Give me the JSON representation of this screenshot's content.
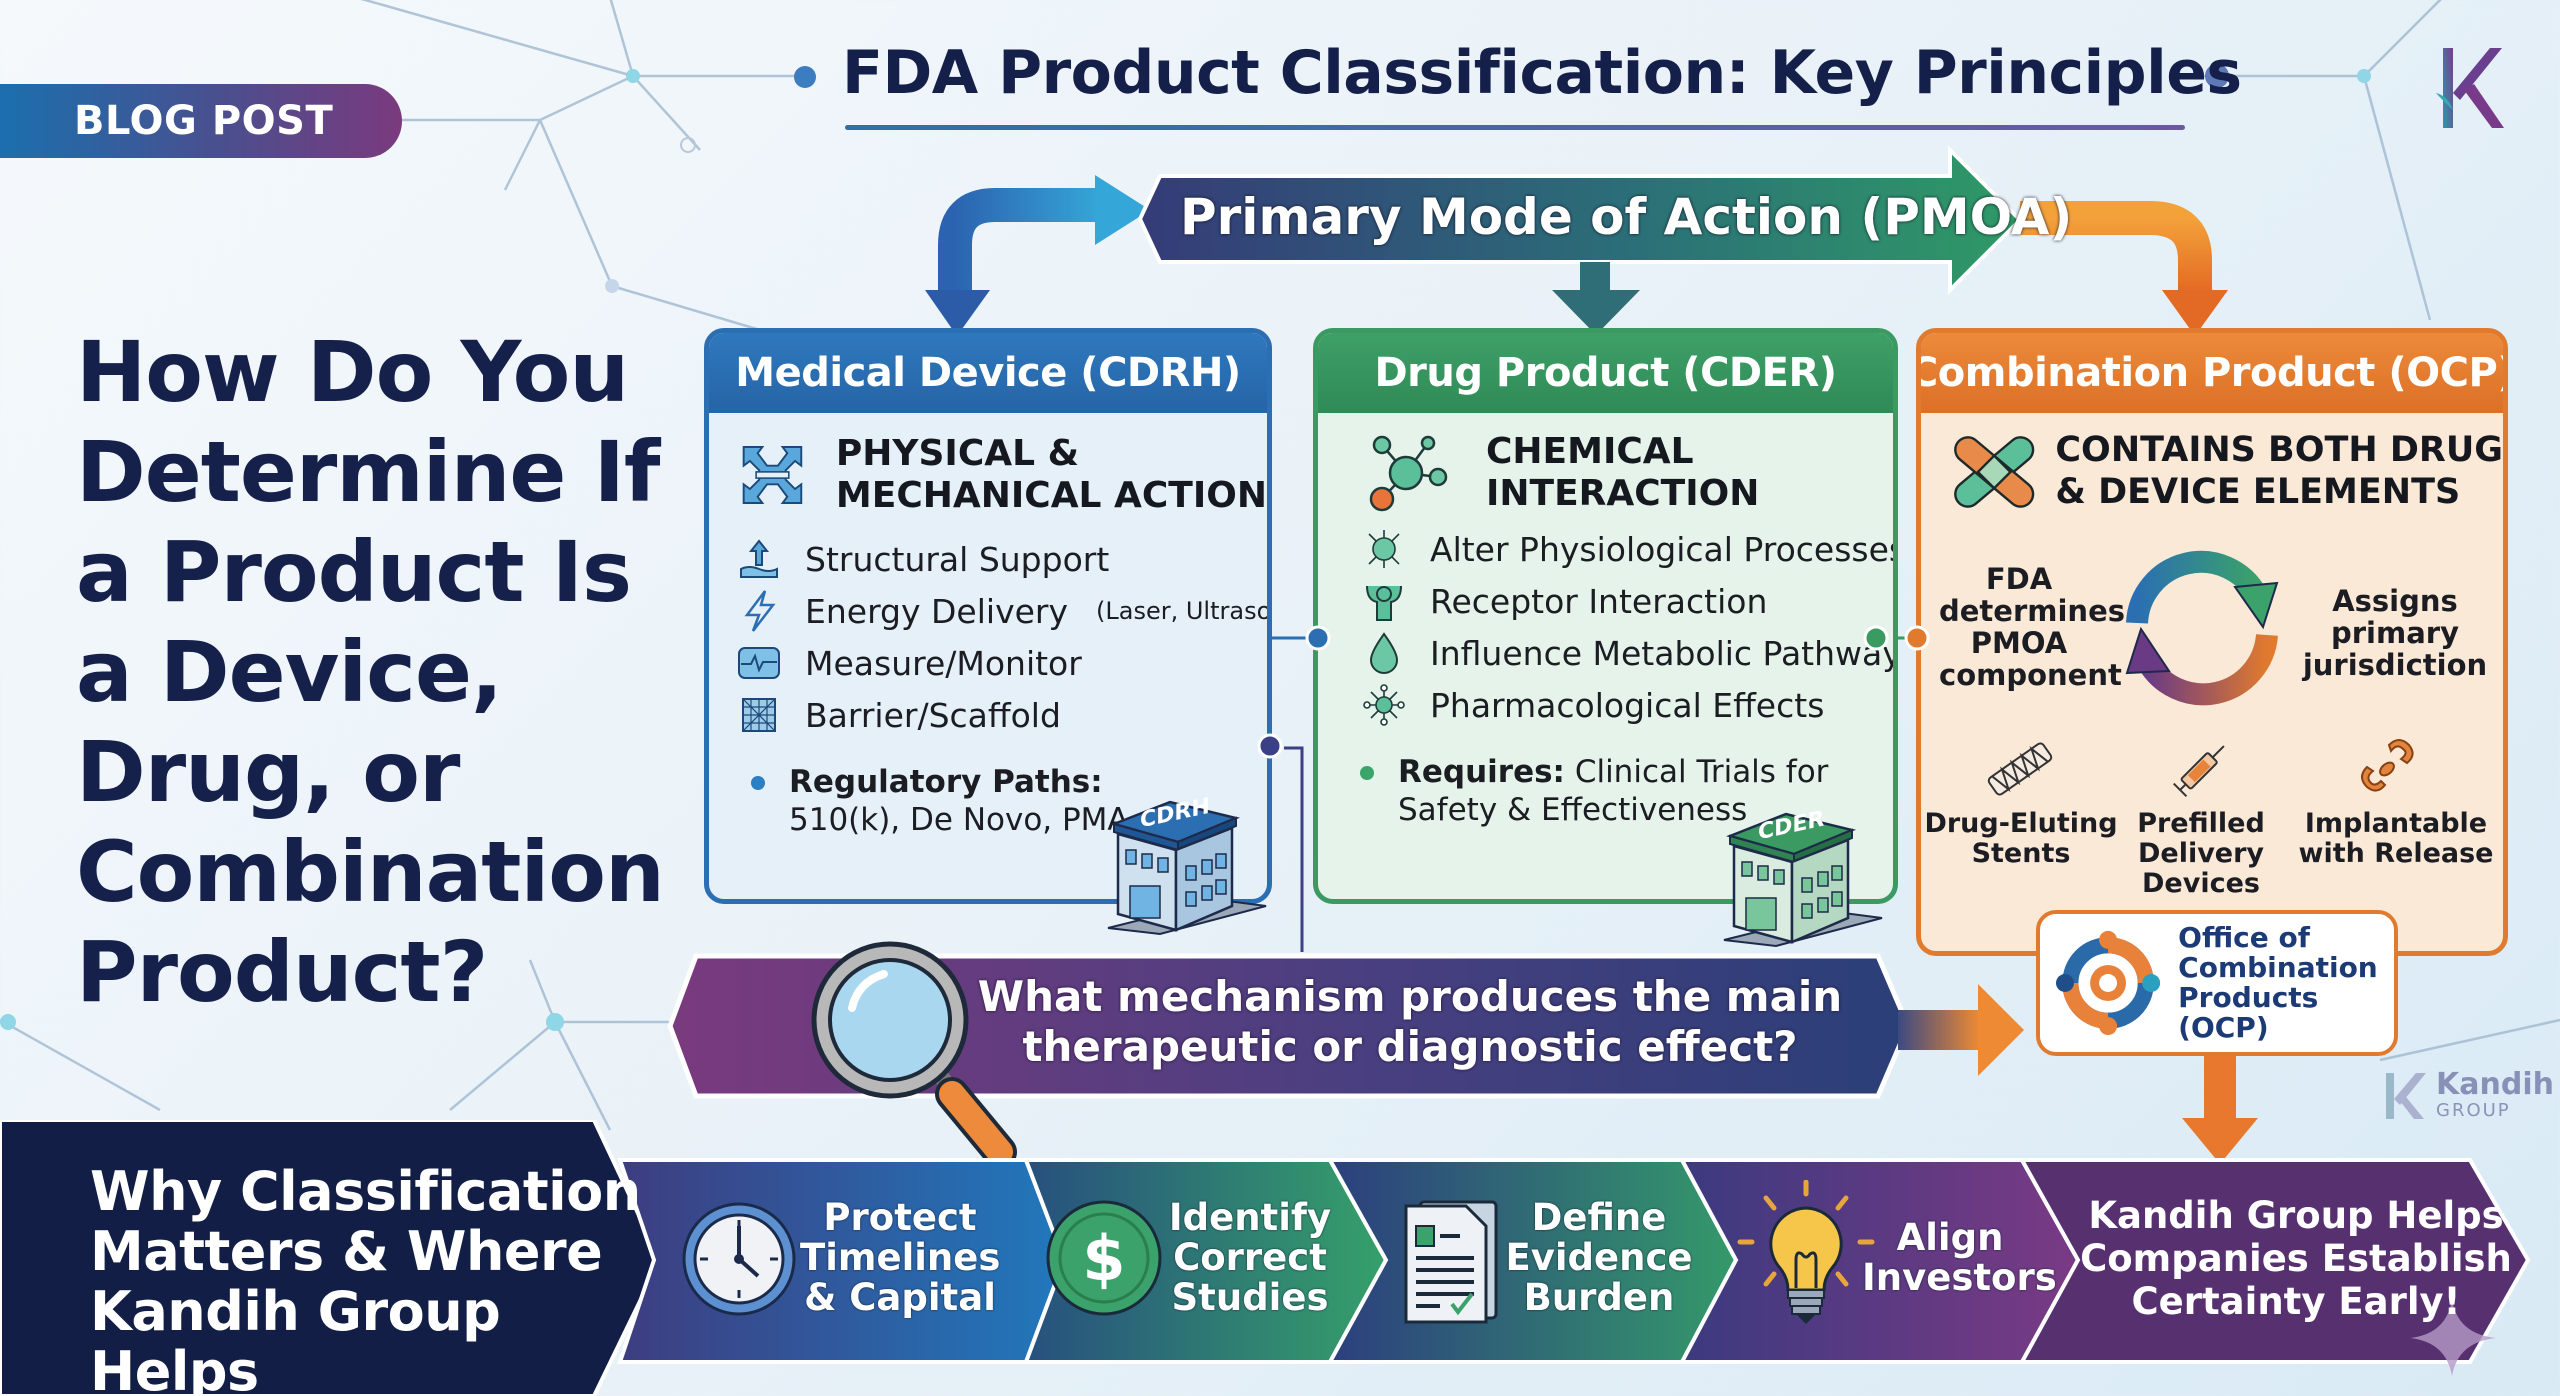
{
  "badge": {
    "label": "BLOG POST"
  },
  "header": {
    "title": "FDA Product Classification: Key Principles"
  },
  "brand": {
    "logo_icon": "kandih-k-logo-icon",
    "watermark_name": "Kandih",
    "watermark_sub": "GROUP"
  },
  "question_heading": {
    "lines": [
      "How Do You",
      "Determine If",
      "a Product Is",
      "a Device,",
      "Drug, or",
      "Combination",
      "Product?"
    ]
  },
  "pmoa": {
    "label": "Primary Mode of Action (PMOA)"
  },
  "colors": {
    "device": "#2b6fb2",
    "drug": "#3a9a62",
    "combination": "#e07a2e",
    "navy": "#15214a",
    "purple": "#6a3a84"
  },
  "cards": {
    "device": {
      "header": "Medical Device (CDRH)",
      "feature_icon": "expand-arrows-icon",
      "feature_lines": [
        "PHYSICAL &",
        "MECHANICAL ACTION"
      ],
      "items": [
        {
          "icon": "structural-support-icon",
          "label": "Structural Support",
          "sub": ""
        },
        {
          "icon": "lightning-icon",
          "label": "Energy Delivery",
          "sub": "(Laser, Ultrasound)"
        },
        {
          "icon": "heartbeat-monitor-icon",
          "label": "Measure/Monitor",
          "sub": ""
        },
        {
          "icon": "mesh-scaffold-icon",
          "label": "Barrier/Scaffold",
          "sub": ""
        }
      ],
      "requirement_bold": "Regulatory Paths:",
      "requirement_text": "510(k), De Novo, PMA",
      "building_label": "CDRH"
    },
    "drug": {
      "header": "Drug Product (CDER)",
      "feature_icon": "molecule-icon",
      "feature_lines": [
        "CHEMICAL",
        "INTERACTION"
      ],
      "items": [
        {
          "icon": "cell-icon",
          "label": "Alter Physiological Processes"
        },
        {
          "icon": "receptor-person-icon",
          "label": "Receptor Interaction"
        },
        {
          "icon": "droplet-icon",
          "label": "Influence Metabolic Pathways"
        },
        {
          "icon": "network-node-icon",
          "label": "Pharmacological Effects"
        }
      ],
      "requirement_bold": "Requires:",
      "requirement_text_1": "Clinical Trials for",
      "requirement_text_2": "Safety & Effectiveness",
      "building_label": "CDER"
    },
    "combination": {
      "header": "Combination Product (OCP)",
      "feature_icon": "crossed-bandage-pill-icon",
      "feature_lines": [
        "CONTAINS BOTH DRUG",
        "& DEVICE ELEMENTS"
      ],
      "cycle_left": [
        "FDA",
        "determines",
        "PMOA",
        "component"
      ],
      "cycle_right": [
        "Assigns",
        "primary",
        "jurisdiction"
      ],
      "examples": [
        {
          "icon": "stent-icon",
          "lines": [
            "Drug-Eluting",
            "Stents"
          ]
        },
        {
          "icon": "syringe-icon",
          "lines": [
            "Prefilled",
            "Delivery",
            "Devices"
          ]
        },
        {
          "icon": "implant-link-icon",
          "lines": [
            "Implantable",
            "with Release"
          ]
        }
      ]
    }
  },
  "question_bar": {
    "lines": [
      "What mechanism produces the main",
      "therapeutic or diagnostic effect?"
    ]
  },
  "office": {
    "lines": [
      "Office of",
      "Combination",
      "Products (OCP)"
    ]
  },
  "bottom": {
    "title_lines": [
      "Why Classification",
      "Matters & Where",
      "Kandih Group Helps"
    ],
    "steps": [
      {
        "icon": "clock-icon",
        "lines": [
          "Protect",
          "Timelines",
          "& Capital"
        ]
      },
      {
        "icon": "dollar-coin-icon",
        "lines": [
          "Identify",
          "Correct",
          "Studies"
        ]
      },
      {
        "icon": "document-check-icon",
        "lines": [
          "Define",
          "Evidence",
          "Burden"
        ]
      },
      {
        "icon": "lightbulb-icon",
        "lines": [
          "Align",
          "Investors"
        ]
      }
    ],
    "final_lines": [
      "Kandih Group Helps",
      "Companies Establish",
      "Certainty Early!"
    ]
  }
}
